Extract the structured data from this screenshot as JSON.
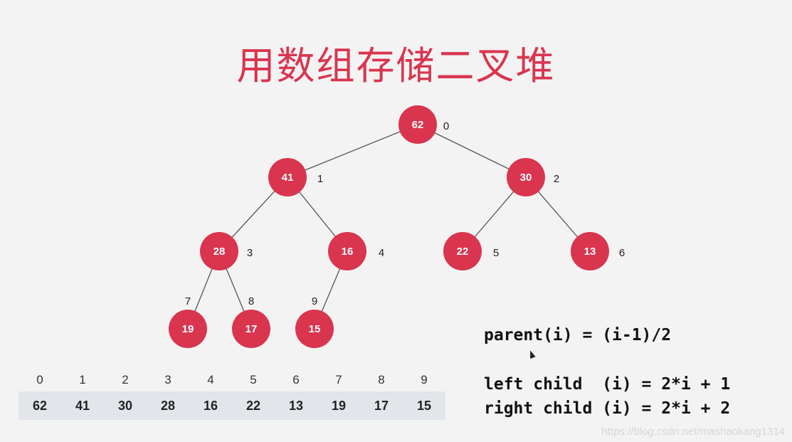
{
  "slide": {
    "title": "用数组存储二叉堆"
  },
  "tree": {
    "node_color": "#d9354f",
    "edge_color": "#555555",
    "nodes": [
      {
        "value": "62",
        "index": "0"
      },
      {
        "value": "41",
        "index": "1"
      },
      {
        "value": "30",
        "index": "2"
      },
      {
        "value": "28",
        "index": "3"
      },
      {
        "value": "16",
        "index": "4"
      },
      {
        "value": "22",
        "index": "5"
      },
      {
        "value": "13",
        "index": "6"
      },
      {
        "value": "19",
        "index": "7"
      },
      {
        "value": "17",
        "index": "8"
      },
      {
        "value": "15",
        "index": "9"
      }
    ],
    "edges": [
      [
        0,
        1
      ],
      [
        0,
        2
      ],
      [
        1,
        3
      ],
      [
        1,
        4
      ],
      [
        2,
        5
      ],
      [
        2,
        6
      ],
      [
        3,
        7
      ],
      [
        3,
        8
      ],
      [
        4,
        9
      ]
    ]
  },
  "array": {
    "indices": [
      "0",
      "1",
      "2",
      "3",
      "4",
      "5",
      "6",
      "7",
      "8",
      "9"
    ],
    "values": [
      "62",
      "41",
      "30",
      "28",
      "16",
      "22",
      "13",
      "19",
      "17",
      "15"
    ]
  },
  "formulas": {
    "parent": "parent(i) = (i-1)/2",
    "left": "left child  (i) = 2*i + 1",
    "right": "right child (i) = 2*i + 2"
  },
  "watermark": "https://blog.csdn.net/mashaokang1314"
}
